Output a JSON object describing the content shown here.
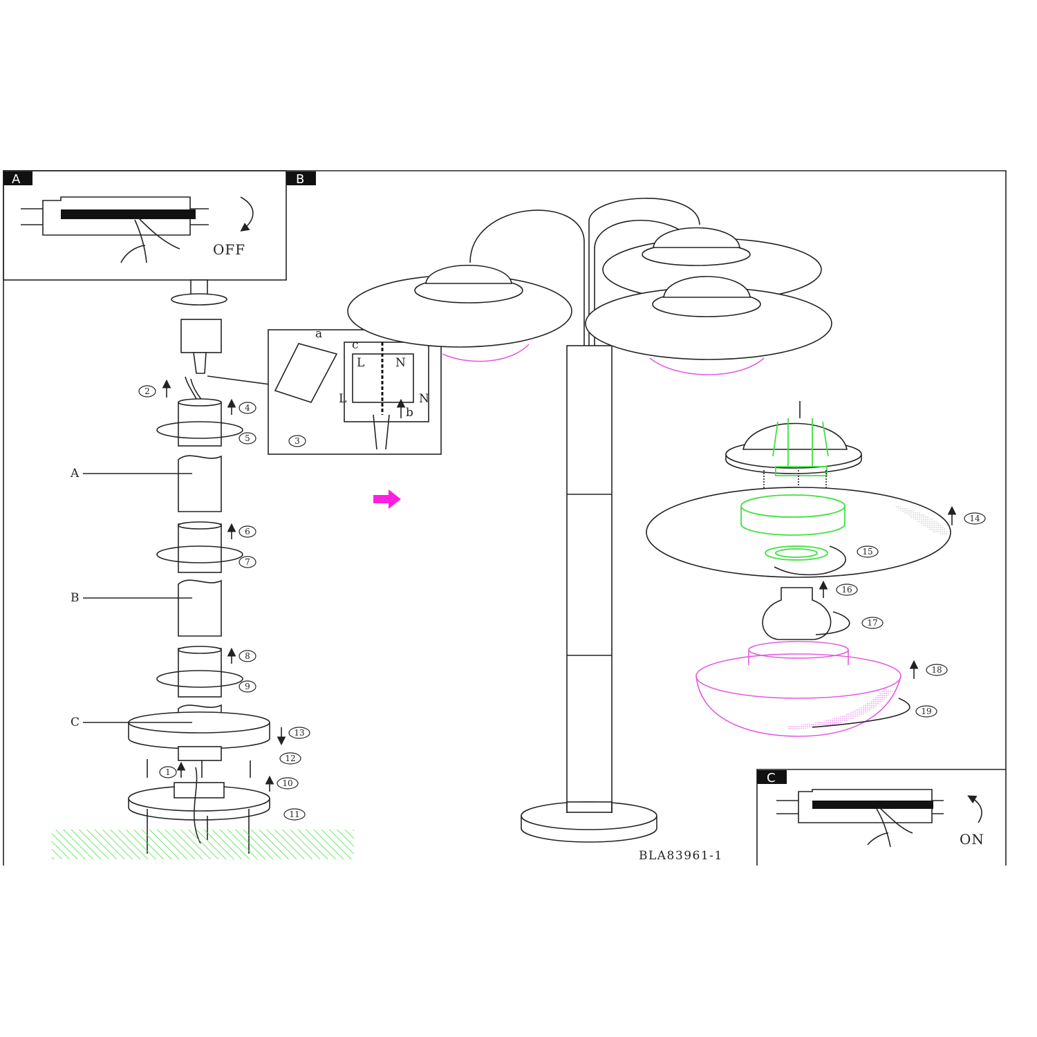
{
  "panels": {
    "a_tag": "A",
    "b_tag": "B",
    "c_tag": "C",
    "off_label": "OFF",
    "on_label": "ON"
  },
  "parts": {
    "part_a": "A",
    "part_b": "B",
    "part_c": "C"
  },
  "wiring_detail": {
    "a": "a",
    "b": "b",
    "c": "c",
    "l_top": "L",
    "n_top": "N",
    "l_bottom": "L",
    "n_bottom": "N"
  },
  "steps": [
    "1",
    "2",
    "3",
    "4",
    "5",
    "6",
    "7",
    "8",
    "9",
    "10",
    "11",
    "12",
    "13",
    "14",
    "15",
    "16",
    "17",
    "18",
    "19"
  ],
  "model_code": "BLA83961-1",
  "colors": {
    "glass": "#e25ce2",
    "fitting": "#3de23d",
    "ground": "#3de23d",
    "arrow": "#ff1fe0"
  }
}
